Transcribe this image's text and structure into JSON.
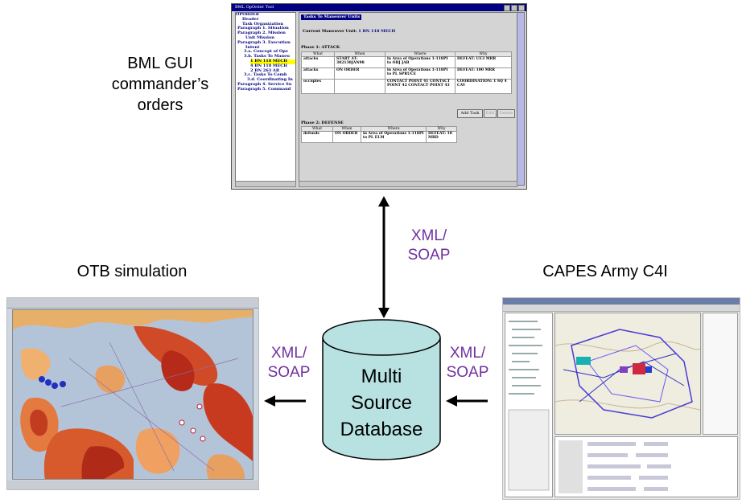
{
  "labels": {
    "bml_line1": "BML GUI",
    "bml_line2": "commander’s",
    "bml_line3": "orders",
    "otb": "OTB simulation",
    "capes": "CAPES Army C4I"
  },
  "protocol": {
    "line1": "XML/",
    "line2": "SOAP"
  },
  "database": {
    "line1": "Multi",
    "line2": "Source",
    "line3": "Database"
  },
  "colors": {
    "protocol_text": "#7030a0",
    "database_fill": "#b8e2e2",
    "arrow": "#000000"
  },
  "bml_window": {
    "title": "BML OpOrder Tool",
    "tree": [
      "OPORDER",
      "Header",
      "Task Organization",
      "Paragraph 1. Situation",
      "Paragraph 2. Mission",
      "Unit Mission",
      "Paragraph 3. Execution",
      "Intent",
      "3.a. Concept of Ope",
      "3.b. Tasks To Maneu",
      "1 BN 118 MECH",
      "4 BN 118 MECH",
      "2 BN 263 AR",
      "3.c. Tasks To Comb",
      "3.d. Coordinating In",
      "Paragraph 4. Service Su",
      "Paragraph 5. Command"
    ],
    "pane_header": "Tasks To Maneuver Units",
    "current_unit_label": "Current Maneuver Unit:",
    "current_unit_value": "1 BN 118 MECH",
    "columns": [
      "What",
      "When",
      "Where",
      "Why"
    ],
    "phase1_label": "Phase 1: ATTACK",
    "phase1_rows": [
      [
        "attacks",
        "START AT: 302130JAN98",
        "in Area of Operations 1-118PI to OBJ JAB",
        "DEFEAT: UE3 MRR"
      ],
      [
        "attacks",
        "ON ORDER",
        "in Area of Operations 1-118PI to PL SPRUCE",
        "DEFEAT: 100 MRR"
      ],
      [
        "occupies",
        "",
        "CONTACT POINT 41 CONTACT POINT 42 CONTACT POINT 43",
        "COORDINATION: 1 SQ 4 CAV"
      ]
    ],
    "buttons": [
      "Add Task",
      "Edit",
      "Delete"
    ],
    "phase2_label": "Phase 2: DEFENSE",
    "phase2_rows": [
      [
        "defends",
        "ON ORDER",
        "in Area of Operations 1-118PI to PL ELM",
        "DEFEAT: 10 MRD"
      ]
    ]
  }
}
